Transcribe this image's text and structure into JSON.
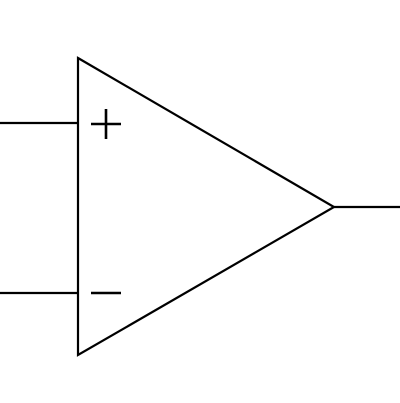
{
  "diagram": {
    "type": "op-amp-symbol",
    "stroke_color": "#000000",
    "background_color": "#ffffff",
    "inputs": [
      {
        "name": "non-inverting-input",
        "sign": "+"
      },
      {
        "name": "inverting-input",
        "sign": "−"
      }
    ],
    "output": {
      "name": "output"
    }
  }
}
